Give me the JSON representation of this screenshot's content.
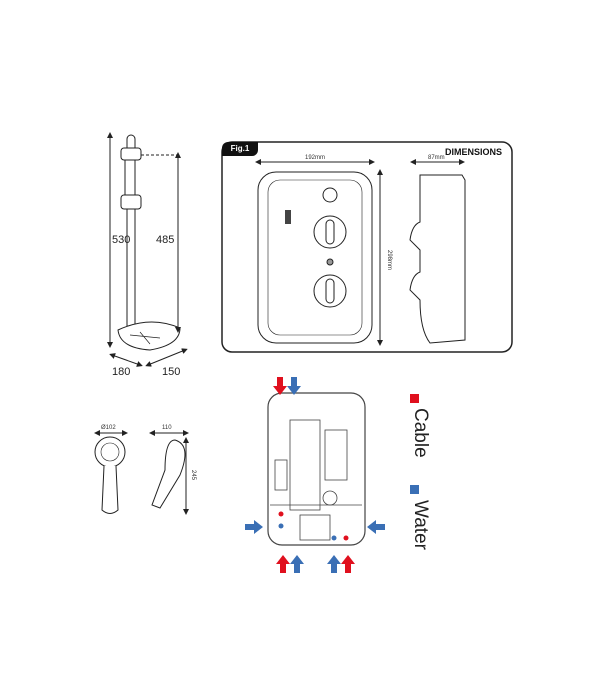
{
  "rail": {
    "height_total": "530",
    "height_slide": "485",
    "depth": "180",
    "width": "150"
  },
  "figure": {
    "tag": "Fig.1",
    "title": "DIMENSIONS",
    "width": "192mm",
    "height": "298mm",
    "depth": "87mm"
  },
  "handset": {
    "diameter": "Ø102",
    "width": "110",
    "length": "245"
  },
  "legend": {
    "items": [
      {
        "label": "Cable",
        "color": "#e0101e"
      },
      {
        "label": "Water",
        "color": "#3a6fb5"
      }
    ]
  },
  "colors": {
    "cable": "#e0101e",
    "water": "#3a6fb5",
    "line": "#222222"
  }
}
